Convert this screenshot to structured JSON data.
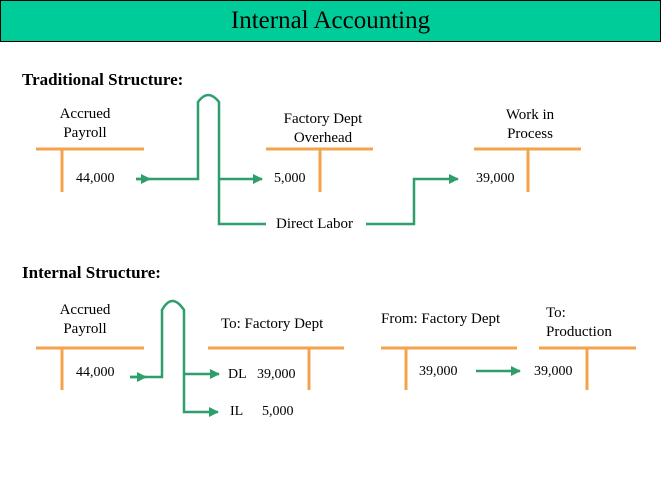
{
  "colors": {
    "banner": "#00cc99",
    "t_account": "#f4a24b",
    "arrow": "#2e9e6a"
  },
  "title": "Internal Accounting",
  "traditional": {
    "heading": "Traditional Structure:",
    "accounts": [
      {
        "label_line1": "Accrued",
        "label_line2": "Payroll",
        "value": "44,000"
      },
      {
        "label_line1": "Factory Dept",
        "label_line2": "Overhead",
        "value": "5,000"
      },
      {
        "label_line1": "Work in",
        "label_line2": "Process",
        "value": "39,000"
      }
    ],
    "flow_label": "Direct Labor"
  },
  "internal": {
    "heading": "Internal Structure:",
    "accounts": [
      {
        "label_line1": "Accrued",
        "label_line2": "Payroll",
        "value": "44,000"
      },
      {
        "label": "To:  Factory Dept",
        "dl_label": "DL",
        "dl_value": "39,000",
        "il_label": "IL",
        "il_value": "5,000"
      },
      {
        "label": "From: Factory Dept",
        "value": "39,000"
      },
      {
        "label_line1": "To:",
        "label_line2": "Production",
        "value": "39,000"
      }
    ]
  }
}
